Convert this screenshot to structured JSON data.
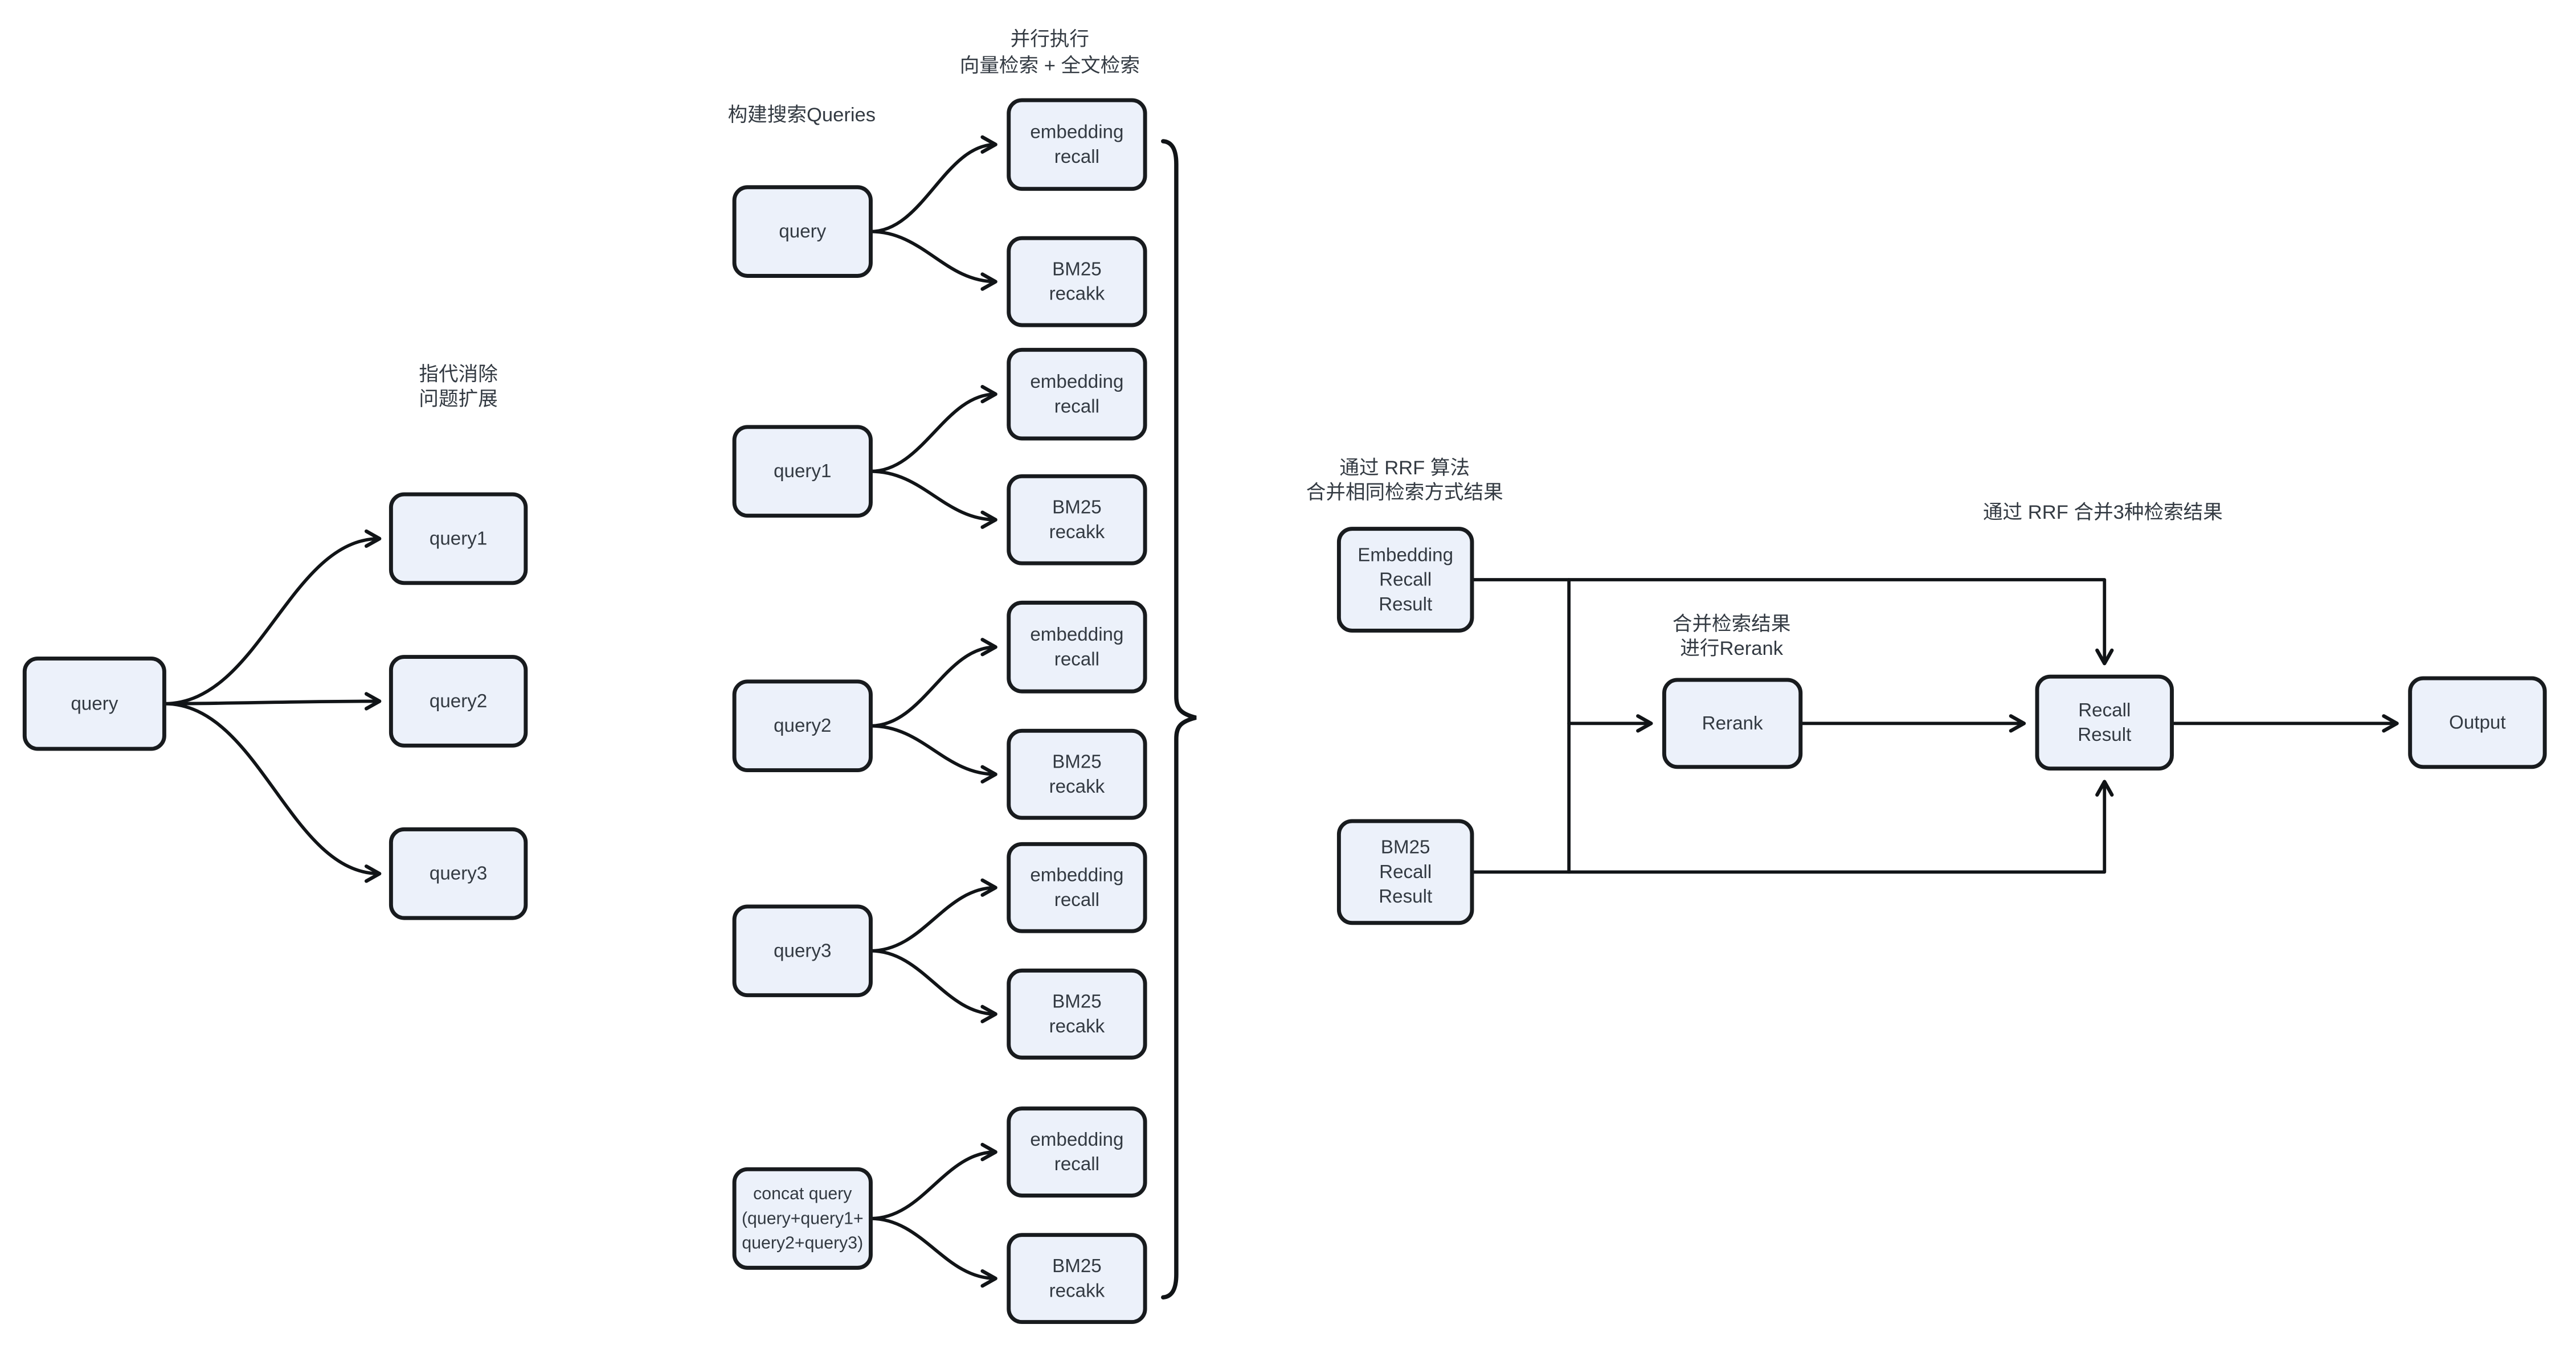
{
  "diagram": {
    "type": "flowchart",
    "background": "#ffffff",
    "colors": {
      "node_fill": "#ecf1fa",
      "node_border": "#181b1e",
      "edge": "#111417",
      "text": "#333a42"
    },
    "annotations": {
      "parallel": {
        "lines": [
          "并行执行",
          "向量检索 + 全文检索"
        ]
      },
      "build_queries": {
        "lines": [
          "构建搜索Queries"
        ]
      },
      "coref_expand": {
        "lines": [
          "指代消除",
          "问题扩展"
        ]
      },
      "rrf_same": {
        "lines": [
          "通过 RRF 算法",
          "合并相同检索方式结果"
        ]
      },
      "rrf_merge3": {
        "lines": [
          "通过 RRF 合并3种检索结果"
        ]
      },
      "rerank_note": {
        "lines": [
          "合并检索结果",
          "进行Rerank"
        ]
      }
    },
    "nodes": {
      "left_query": [
        "query"
      ],
      "left_query1": [
        "query1"
      ],
      "left_query2": [
        "query2"
      ],
      "left_query3": [
        "query3"
      ],
      "mid_query": [
        "query"
      ],
      "mid_query1": [
        "query1"
      ],
      "mid_query2": [
        "query2"
      ],
      "mid_query3": [
        "query3"
      ],
      "mid_concat": [
        "concat query",
        "(query+query1+",
        "query2+query3)"
      ],
      "embedding_recall": [
        "embedding",
        "recall"
      ],
      "bm25_recall": [
        "BM25",
        "recakk"
      ],
      "embedding_recall_result": [
        "Embedding",
        "Recall",
        "Result"
      ],
      "bm25_recall_result": [
        "BM25",
        "Recall",
        "Result"
      ],
      "rerank": [
        "Rerank"
      ],
      "recall_result": [
        "Recall",
        "Result"
      ],
      "output": [
        "Output"
      ]
    }
  }
}
